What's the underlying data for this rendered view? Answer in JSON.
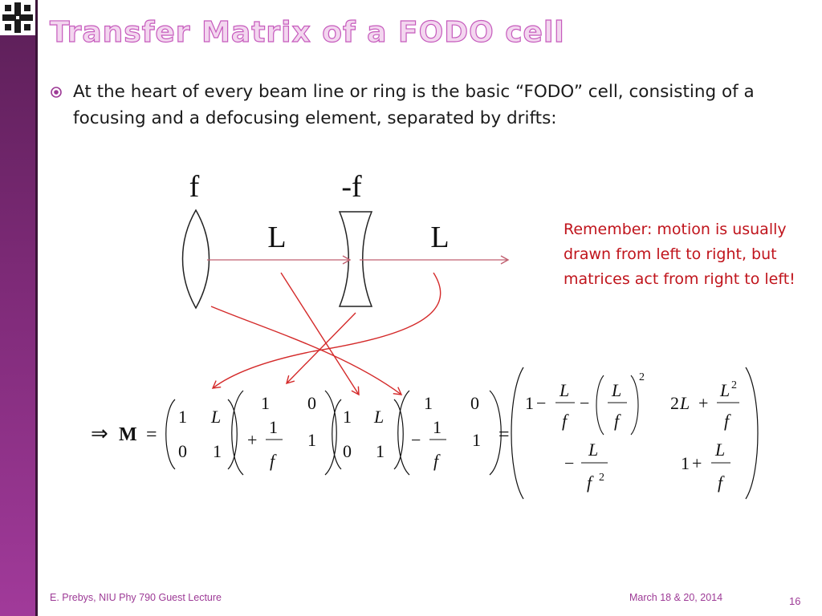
{
  "title": "Transfer Matrix of a FODO cell",
  "bullet": "At the heart of every beam line or ring is the basic “FODO” cell, consisting of a focusing and a defocusing element, separated by drifts:",
  "diagram": {
    "focus_label": "f",
    "defocus_label": "-f",
    "drift1_label": "L",
    "drift2_label": "L"
  },
  "note": "Remember: motion is usually drawn from left to right, but matrices act from right to left!",
  "equation": {
    "implies": "⇒",
    "lhs": "M",
    "equals": "=",
    "one": "1",
    "zero": "0",
    "L": "L",
    "f": "f",
    "plus": "+",
    "minus": "−",
    "two": "2"
  },
  "footer": {
    "author": "E. Prebys, NIU Phy 790 Guest Lecture",
    "date": "March 18 & 20, 2014",
    "page": "16"
  },
  "colors": {
    "accent": "#9d3a96",
    "arrow": "#d42a2a",
    "drift_arrow": "#c06070",
    "note": "#c0141c"
  }
}
